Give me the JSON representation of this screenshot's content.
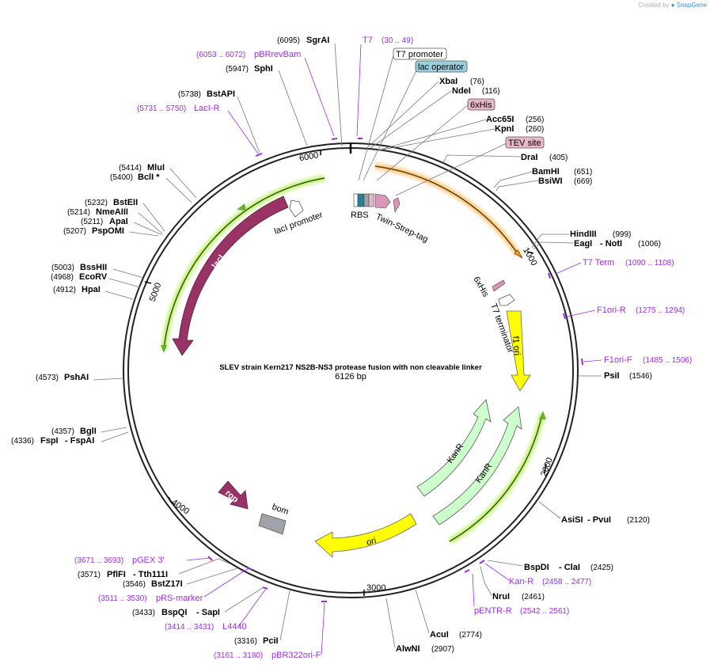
{
  "header": {
    "credit_prefix": "Created by",
    "credit_brand": "SnapGene"
  },
  "plasmid": {
    "name": "SLEV strain Kern217 NS2B-NS3 protease fusion with non cleavable linker",
    "size": "6126 bp"
  },
  "ticks": [
    "1000",
    "2000",
    "3000",
    "4000",
    "5000",
    "6000"
  ],
  "features": {
    "kanr1": "KanR",
    "kanr2": "KanR",
    "f1ori": "f1 ori",
    "ori": "ori",
    "laci": "lacI",
    "rop": "rop",
    "bom": "bom",
    "laci_promoter": "lacI promoter",
    "rbs": "RBS",
    "twin_strep": "Twin-Strep-tag",
    "his6_inner": "6xHis",
    "t7_terminator": "T7 terminator"
  },
  "boxed": {
    "t7_promoter": "T7 promoter",
    "lac_operator": "lac operator",
    "his6": "6xHis",
    "tev": "TEV site"
  },
  "sites": {
    "sgrai": {
      "pos": "(6095)",
      "name": "SgrAI"
    },
    "sphi": {
      "pos": "(5947)",
      "name": "SphI"
    },
    "bstapi": {
      "pos": "(5738)",
      "name": "BstAPI"
    },
    "mlui": {
      "pos": "(5414)",
      "name": "MluI"
    },
    "bcli": {
      "pos": "(5400)",
      "name": "BclI *"
    },
    "bsteii": {
      "pos": "(5232)",
      "name": "BstEII"
    },
    "nmeaiii": {
      "pos": "(5214)",
      "name": "NmeAIII"
    },
    "apai": {
      "pos": "(5211)",
      "name": "ApaI"
    },
    "psppomi": {
      "pos": "(5207)",
      "name": "PspOMI"
    },
    "bsshii": {
      "pos": "(5003)",
      "name": "BssHII"
    },
    "ecorv": {
      "pos": "(4968)",
      "name": "EcoRV"
    },
    "hpai": {
      "pos": "(4912)",
      "name": "HpaI"
    },
    "pshai": {
      "pos": "(4573)",
      "name": "PshAI"
    },
    "bgli": {
      "pos": "(4357)",
      "name": "BglI"
    },
    "fspi": {
      "pos": "(4336)",
      "name": "FspI",
      "name2": "FspAI"
    },
    "pflfi": {
      "pos": "(3571)",
      "name": "PflFI",
      "name2": "Tth111I"
    },
    "bstz17i": {
      "pos": "(3546)",
      "name": "BstZ17I"
    },
    "bspqi": {
      "pos": "(3433)",
      "name": "BspQI",
      "name2": "SapI"
    },
    "pcii": {
      "pos": "(3316)",
      "name": "PciI"
    },
    "alwni": {
      "name": "AlwNI",
      "pos": "(2907)"
    },
    "acui": {
      "name": "AcuI",
      "pos": "(2774)"
    },
    "nrui": {
      "name": "NruI",
      "pos": "(2461)"
    },
    "bspdi": {
      "name": "BspDI",
      "name2": "ClaI",
      "pos": "(2425)"
    },
    "asisi": {
      "name": "AsiSI",
      "name2": "PvuI",
      "pos": "(2120)"
    },
    "psii": {
      "name": "PsiI",
      "pos": "(1546)"
    },
    "eagi": {
      "name": "EagI",
      "name2": "NotI",
      "pos": "(1006)"
    },
    "hindiii": {
      "name": "HindIII",
      "pos": "(999)"
    },
    "bsiwi": {
      "name": "BsiWI",
      "pos": "(669)"
    },
    "bamhi": {
      "name": "BamHI",
      "pos": "(651)"
    },
    "drai": {
      "name": "DraI",
      "pos": "(405)"
    },
    "kpni": {
      "name": "KpnI",
      "pos": "(260)"
    },
    "acc65i": {
      "name": "Acc65I",
      "pos": "(256)"
    },
    "ndei": {
      "name": "NdeI",
      "pos": "(116)"
    },
    "xbai": {
      "name": "XbaI",
      "pos": "(76)"
    }
  },
  "primers": {
    "t7": {
      "name": "T7",
      "range": "(30 .. 49)"
    },
    "pbrrevbam": {
      "range": "(6053 .. 6072)",
      "name": "pBRrevBam"
    },
    "lacir": {
      "range": "(5731 .. 5750)",
      "name": "LacI-R"
    },
    "t7term": {
      "name": "T7 Term",
      "range": "(1090 .. 1108)"
    },
    "f1orir": {
      "name": "F1ori-R",
      "range": "(1275 .. 1294)"
    },
    "f1orif": {
      "name": "F1ori-F",
      "range": "(1485 .. 1506)"
    },
    "kanr": {
      "name": "Kan-R",
      "range": "(2458 .. 2477)"
    },
    "pentrr": {
      "name": "pENTR-R",
      "range": "(2542 .. 2561)"
    },
    "pgex3": {
      "range": "(3671 .. 3693)",
      "name": "pGEX 3'"
    },
    "prsmarker": {
      "range": "(3511 .. 3530)",
      "name": "pRS-marker"
    },
    "l4440": {
      "range": "(3414 .. 3431)",
      "name": "L4440"
    },
    "pbr322orif": {
      "range": "(3161 .. 3180)",
      "name": "pBR322ori-F"
    }
  },
  "colors": {
    "backbone": "#222222",
    "orange": "#f5a623",
    "green_hl": "#b5e36a",
    "kanr": "#ccffcc",
    "yellow": "#ffff00",
    "laci": "#993366",
    "bom": "#a0a4aa",
    "purple": "#9b30d9",
    "box_pink": "#e8b7c8",
    "box_blue": "#9ccfdc"
  }
}
